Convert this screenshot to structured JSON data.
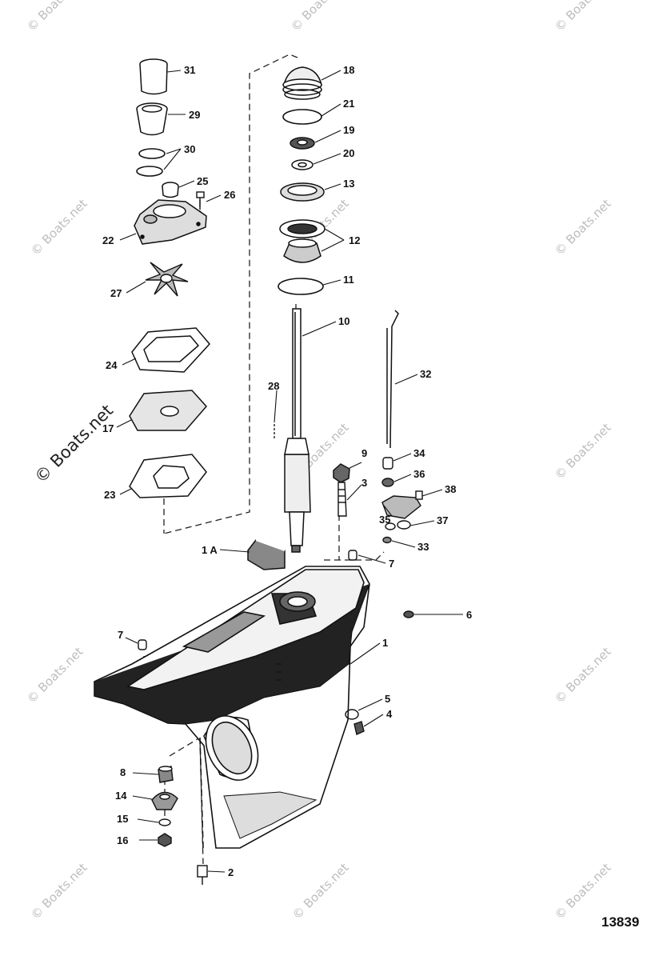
{
  "diagram": {
    "figure_number": "13839",
    "watermark_main": "© Boats.net",
    "watermark_small": "© Boats.net",
    "callouts": [
      {
        "id": "31",
        "label": "31"
      },
      {
        "id": "29",
        "label": "29"
      },
      {
        "id": "30",
        "label": "30"
      },
      {
        "id": "25",
        "label": "25"
      },
      {
        "id": "26",
        "label": "26"
      },
      {
        "id": "22",
        "label": "22"
      },
      {
        "id": "27",
        "label": "27"
      },
      {
        "id": "24",
        "label": "24"
      },
      {
        "id": "17",
        "label": "17"
      },
      {
        "id": "23",
        "label": "23"
      },
      {
        "id": "18",
        "label": "18"
      },
      {
        "id": "21",
        "label": "21"
      },
      {
        "id": "19",
        "label": "19"
      },
      {
        "id": "20",
        "label": "20"
      },
      {
        "id": "13",
        "label": "13"
      },
      {
        "id": "12",
        "label": "12"
      },
      {
        "id": "11",
        "label": "11"
      },
      {
        "id": "10",
        "label": "10"
      },
      {
        "id": "28",
        "label": "28"
      },
      {
        "id": "32",
        "label": "32"
      },
      {
        "id": "9",
        "label": "9"
      },
      {
        "id": "3",
        "label": "3"
      },
      {
        "id": "34",
        "label": "34"
      },
      {
        "id": "36",
        "label": "36"
      },
      {
        "id": "38",
        "label": "38"
      },
      {
        "id": "35",
        "label": "35"
      },
      {
        "id": "37",
        "label": "37"
      },
      {
        "id": "33",
        "label": "33"
      },
      {
        "id": "1A",
        "label": "1 A"
      },
      {
        "id": "7a",
        "label": "7"
      },
      {
        "id": "6",
        "label": "6"
      },
      {
        "id": "7b",
        "label": "7"
      },
      {
        "id": "1",
        "label": "1"
      },
      {
        "id": "5",
        "label": "5"
      },
      {
        "id": "4",
        "label": "4"
      },
      {
        "id": "8",
        "label": "8"
      },
      {
        "id": "14",
        "label": "14"
      },
      {
        "id": "15",
        "label": "15"
      },
      {
        "id": "16",
        "label": "16"
      },
      {
        "id": "2",
        "label": "2"
      }
    ]
  }
}
